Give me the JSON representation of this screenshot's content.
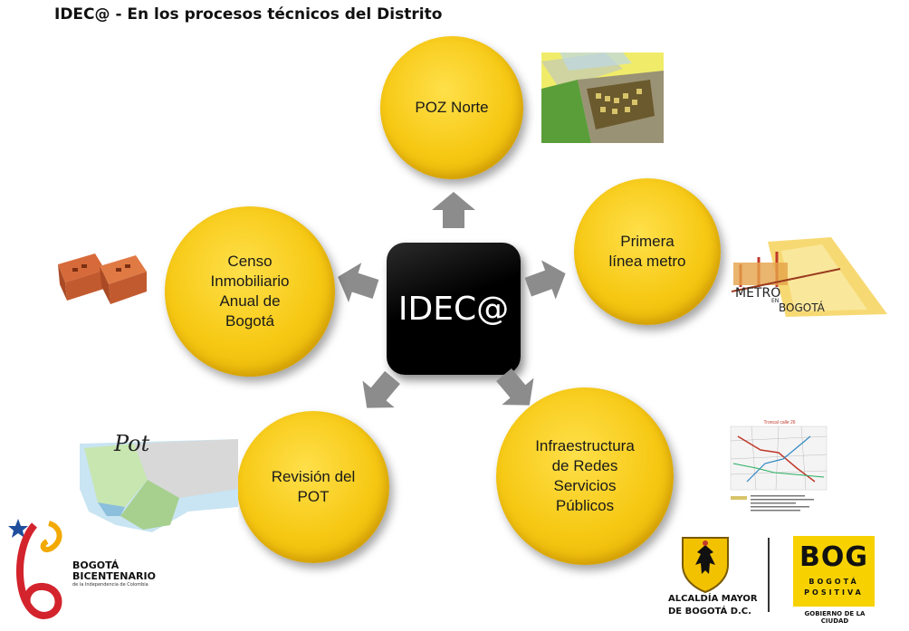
{
  "title": "IDEC@ - En los procesos técnicos del Distrito",
  "center_label": "IDEC@",
  "nodes": [
    {
      "label": "POZ Norte"
    },
    {
      "label": "Primera\nlínea metro"
    },
    {
      "label": "Infraestructura\nde Redes\nServicios\nPúblicos"
    },
    {
      "label": "Revisión del\nPOT"
    },
    {
      "label": "Censo\nInmobiliario\nAnual de\nBogotá"
    }
  ],
  "images": {
    "poz": "3D urban model of northern zone",
    "metro": "METRO EN BOGOTÁ",
    "redes": "Troncal calle 26 map",
    "pot": "POT",
    "censo": "bricks"
  },
  "logos": {
    "bicentenario_line1": "BOGOTÁ",
    "bicentenario_line2": "BICENTENARIO",
    "bicentenario_line3": "de la Independencia de Colombia",
    "alcaldia_line1": "ALCALDÍA MAYOR",
    "alcaldia_line2": "DE BOGOTÁ D.C.",
    "bog_line1": "BOG",
    "bog_line2": "BOGOTÁ",
    "bog_line3": "POSITIVA",
    "bog_line4": "GOBIERNO DE LA CIUDAD"
  },
  "colors": {
    "node": "#f6c813",
    "arrow": "#8c8c8c",
    "center": "#000000"
  }
}
